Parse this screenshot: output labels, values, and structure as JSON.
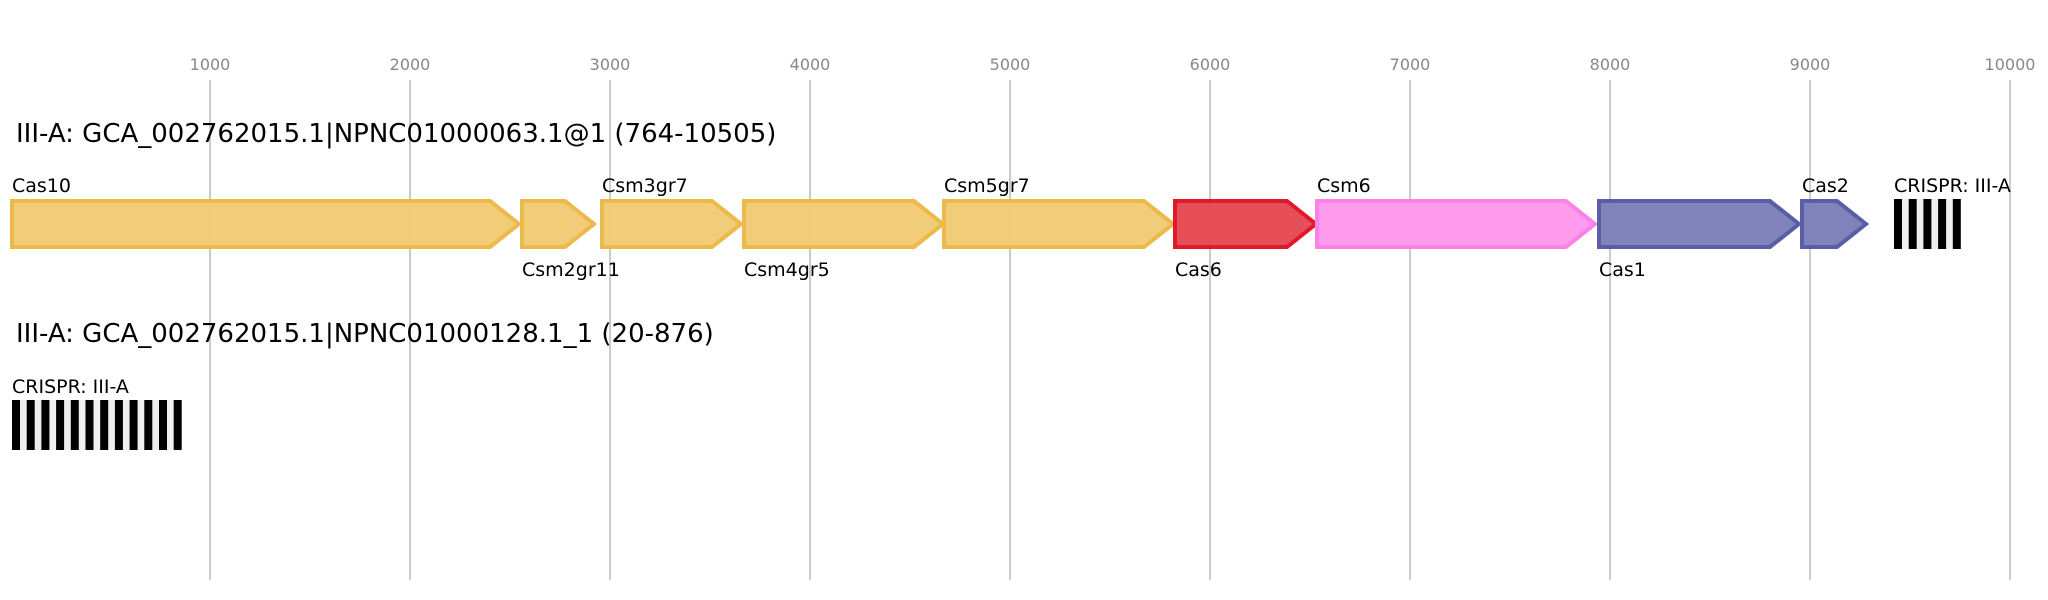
{
  "axis": {
    "ticks": [
      1000,
      2000,
      3000,
      4000,
      5000,
      6000,
      7000,
      8000,
      9000,
      10000
    ]
  },
  "loci": [
    {
      "title": "III-A: GCA_002762015.1|NPNC01000063.1@1 (764-10505)",
      "genes": [
        {
          "name": "Cas10",
          "start": 0,
          "end": 2550,
          "color": "orange",
          "label_pos": "above"
        },
        {
          "name": "Csm2gr11",
          "start": 2550,
          "end": 2925,
          "color": "orange",
          "label_pos": "below"
        },
        {
          "name": "Csm3gr7",
          "start": 2950,
          "end": 3660,
          "color": "orange",
          "label_pos": "above"
        },
        {
          "name": "Csm4gr5",
          "start": 3660,
          "end": 4670,
          "color": "orange",
          "label_pos": "below"
        },
        {
          "name": "Csm5gr7",
          "start": 4660,
          "end": 5820,
          "color": "orange",
          "label_pos": "above"
        },
        {
          "name": "Cas6",
          "start": 5815,
          "end": 6535,
          "color": "red",
          "label_pos": "below"
        },
        {
          "name": "Csm6",
          "start": 6525,
          "end": 7930,
          "color": "pink",
          "label_pos": "above"
        },
        {
          "name": "Cas1",
          "start": 7935,
          "end": 8950,
          "color": "blue",
          "label_pos": "below"
        },
        {
          "name": "Cas2",
          "start": 8950,
          "end": 9285,
          "color": "blue",
          "label_pos": "above"
        }
      ],
      "crispr": {
        "label": "CRISPR: III-A",
        "start": 9410,
        "repeats": 5
      }
    },
    {
      "title": "III-A: GCA_002762015.1|NPNC01000128.1_1 (20-876)",
      "genes": [],
      "crispr": {
        "label": "CRISPR: III-A",
        "start": 0,
        "repeats": 12
      }
    }
  ],
  "colors": {
    "orange": {
      "fill": "#f0ca72",
      "stroke": "#edb94a"
    },
    "red": {
      "fill": "#e5444f",
      "stroke": "#e01a2a"
    },
    "pink": {
      "fill": "#ff96ec",
      "stroke": "#ff80e6"
    },
    "blue": {
      "fill": "#7a7cb6",
      "stroke": "#5a5ea9"
    }
  }
}
